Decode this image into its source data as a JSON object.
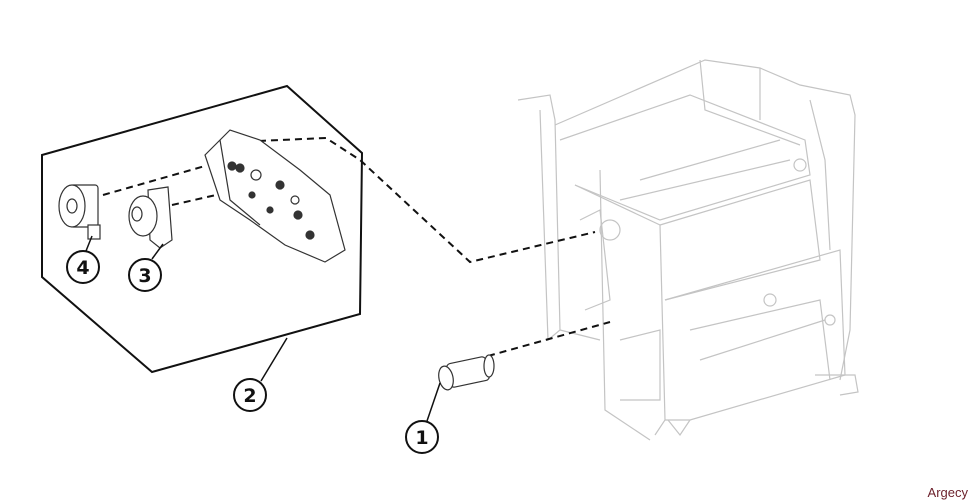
{
  "diagram": {
    "callouts": [
      {
        "id": "1",
        "label": "1"
      },
      {
        "id": "2",
        "label": "2"
      },
      {
        "id": "3",
        "label": "3"
      },
      {
        "id": "4",
        "label": "4"
      }
    ]
  },
  "watermark": "Argecy"
}
